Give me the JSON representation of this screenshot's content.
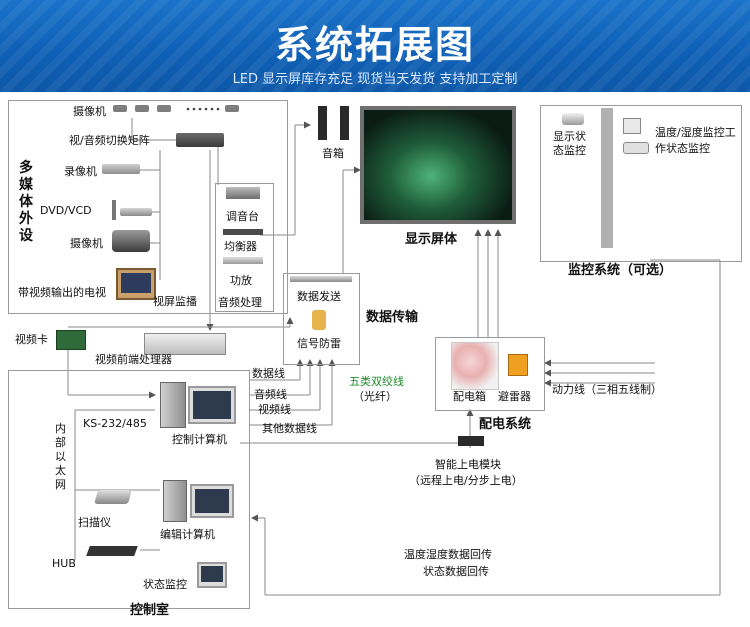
{
  "header": {
    "title": "系统拓展图",
    "subtitle": "LED 显示屏库存充足  现货当天发货  支持加工定制"
  },
  "media_peripherals": {
    "group_label": "多媒体外设",
    "camera": "摄像机",
    "matrix": "视/音频切换矩阵",
    "recorder": "录像机",
    "dvd": "DVD/VCD",
    "camcorder": "摄像机",
    "tv": "带视频输出的电视",
    "video_monitor": "视屏监播"
  },
  "audio": {
    "speaker": "音箱",
    "mixer": "调音台",
    "equalizer": "均衡器",
    "amplifier": "功放",
    "group_label": "音频处理"
  },
  "display": {
    "label": "显示屏体"
  },
  "monitoring": {
    "item1": "显示状态监控",
    "item2": "温度/湿度监控工作状态监控",
    "label": "监控系统（可选）"
  },
  "transmission": {
    "send": "数据发送",
    "lightning": "信号防雷",
    "label": "数据传输",
    "cable": "五类双绞线",
    "fiber": "（光纤）"
  },
  "control_room": {
    "video_card": "视频卡",
    "video_processor": "视频前端处理器",
    "lines": [
      "数据线",
      "音频线",
      "视频线",
      "其他数据线"
    ],
    "rs": "KS-232/485",
    "control_pc": "控制计算机",
    "ethernet": "内部以太网",
    "scanner": "扫描仪",
    "edit_pc": "编辑计算机",
    "hub": "HUB",
    "status_monitor": "状态监控",
    "label": "控制室"
  },
  "power": {
    "box": "配电箱",
    "arrester": "避雷器",
    "label": "配电系统",
    "power_line": "动力线（三相五线制）",
    "module": "智能上电模块",
    "module_note": "（远程上电/分步上电）"
  },
  "feedback": {
    "line1": "温度湿度数据回传",
    "line2": "状态数据回传"
  },
  "colors": {
    "banner": "#0e5fb5",
    "dark_label": "#0b2f6e",
    "green": "#1d8a2a"
  }
}
